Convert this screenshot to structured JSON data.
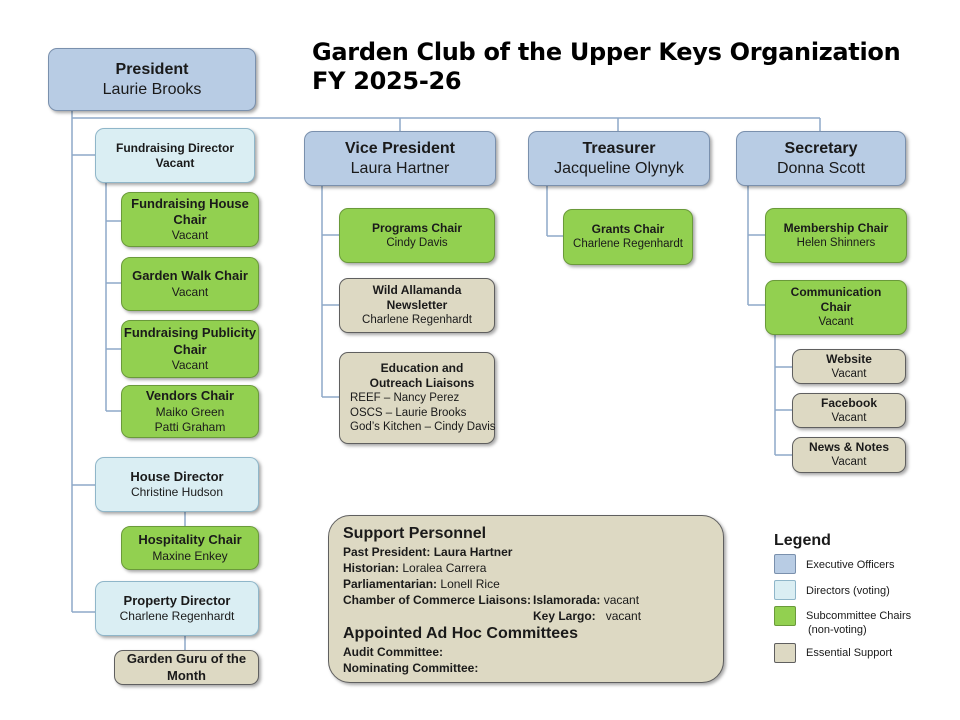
{
  "title": {
    "line1": "Garden Club of the Upper Keys Organization",
    "line2": "FY 2025-26"
  },
  "boxes": {
    "president": {
      "title": "President",
      "name": "Laurie Brooks"
    },
    "vice_president": {
      "title": "Vice President",
      "name": "Laura Hartner"
    },
    "treasurer": {
      "title": "Treasurer",
      "name": "Jacqueline Olynyk"
    },
    "secretary": {
      "title": "Secretary",
      "name": "Donna Scott"
    },
    "fundraising_director": {
      "title": "Fundraising Director",
      "name": "Vacant"
    },
    "fundraising_house_chair": {
      "title": "Fundraising House Chair",
      "name": "Vacant"
    },
    "garden_walk_chair": {
      "title": "Garden Walk Chair",
      "name": "Vacant"
    },
    "fundraising_publicity_chair": {
      "title": "Fundraising Publicity Chair",
      "name": "Vacant"
    },
    "vendors_chair": {
      "title": "Vendors Chair",
      "name1": "Maiko Green",
      "name2": "Patti Graham"
    },
    "house_director": {
      "title": "House Director",
      "name": "Christine Hudson"
    },
    "hospitality_chair": {
      "title": "Hospitality Chair",
      "name": "Maxine Enkey"
    },
    "property_director": {
      "title": "Property Director",
      "name": "Charlene Regenhardt"
    },
    "garden_guru": {
      "title": "Garden Guru of the Month"
    },
    "programs_chair": {
      "title": "Programs Chair",
      "name": "Cindy Davis"
    },
    "wild_allamanda": {
      "title": "Wild Allamanda Newsletter",
      "name": "Charlene Regenhardt"
    },
    "education_outreach": {
      "title": "Education and Outreach Liaisons",
      "items": [
        "REEF – Nancy Perez",
        "OSCS – Laurie Brooks",
        "God’s Kitchen – Cindy Davis"
      ]
    },
    "grants_chair": {
      "title": "Grants Chair",
      "name": "Charlene Regenhardt"
    },
    "membership_chair": {
      "title": "Membership Chair",
      "name": "Helen Shinners"
    },
    "communication_chair": {
      "title": "Communication Chair",
      "name": "Vacant"
    },
    "website": {
      "title": "Website",
      "name": "Vacant"
    },
    "facebook": {
      "title": "Facebook",
      "name": "Vacant"
    },
    "news_notes": {
      "title": "News & Notes",
      "name": "Vacant"
    }
  },
  "support": {
    "heading": "Support Personnel",
    "past_president_label": "Past President:",
    "past_president": "Laura Hartner",
    "historian_label": "Historian:",
    "historian": "Loralea Carrera",
    "parliamentarian_label": "Parliamentarian:",
    "parliamentarian": "Lonell Rice",
    "chamber_label": "Chamber of Commerce Liaisons:",
    "islamorada_label": "Islamorada:",
    "islamorada": "vacant",
    "keylargo_label": "Key Largo:",
    "keylargo": "vacant",
    "adhoc_heading": "Appointed Ad Hoc Committees",
    "audit_label": "Audit Committee:",
    "nominating_label": "Nominating Committee:"
  },
  "legend": {
    "title": "Legend",
    "items": [
      {
        "label": "Executive Officers",
        "color": "#b8cce4"
      },
      {
        "label": "Directors (voting)",
        "color": "#daeef3"
      },
      {
        "label": "Subcommittee Chairs",
        "label2": "(non-voting)",
        "color": "#92d050"
      },
      {
        "label": "Essential Support",
        "color": "#ddd9c3"
      }
    ]
  }
}
